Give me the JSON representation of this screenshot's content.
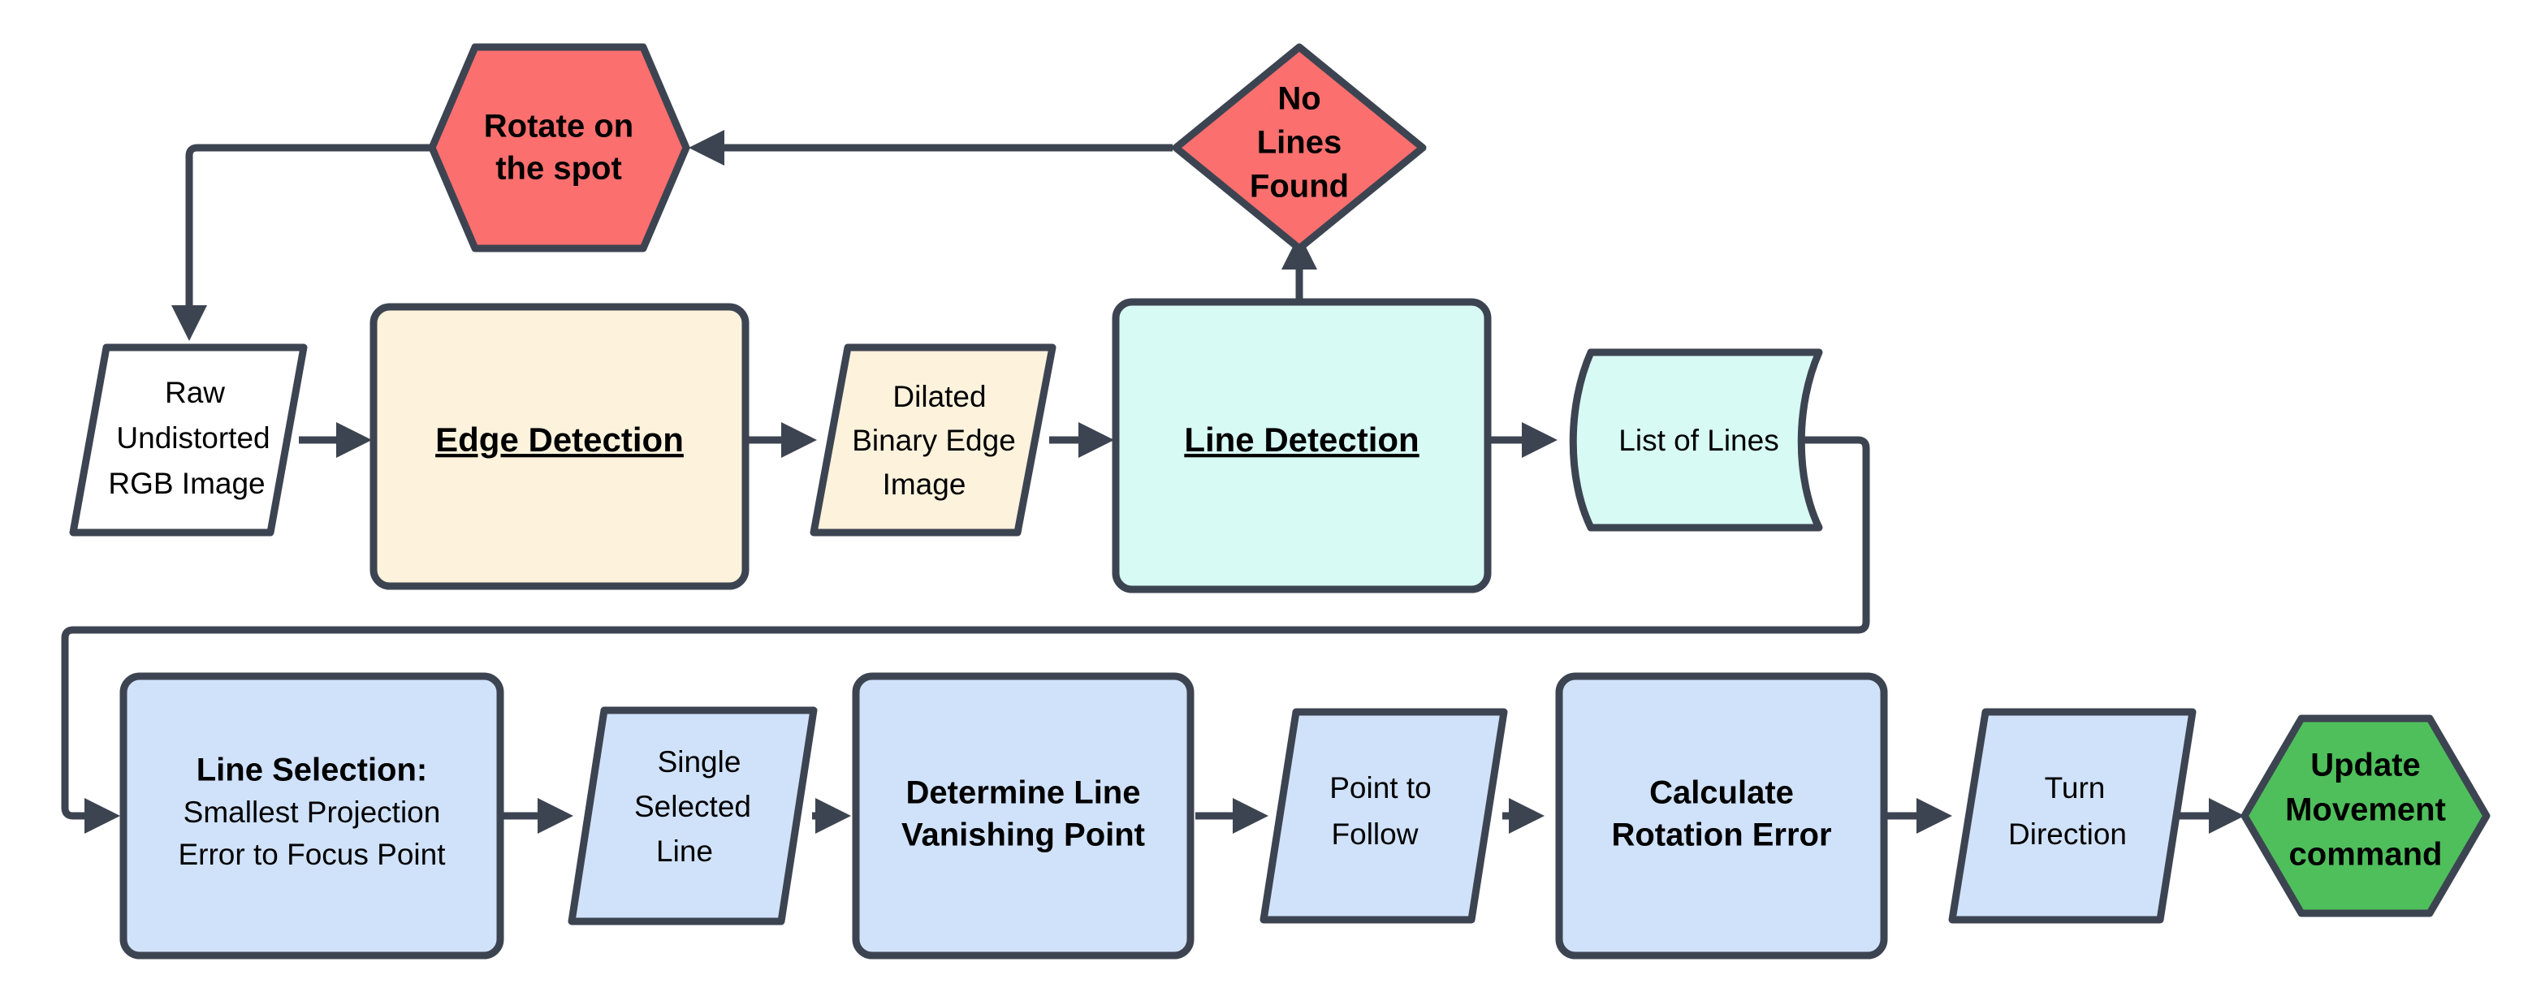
{
  "diagram": {
    "title": "Line Following Vision Pipeline Flowchart",
    "background": "#ffffff",
    "stroke_color": "#3D4451",
    "colors": {
      "cream": "#FDF2DC",
      "teal": "#D7FAF4",
      "blue": "#D0E2FA",
      "red": "#FB6F6F",
      "green": "#4FBF5C",
      "white": "#FFFFFF",
      "outline": "#3D4451",
      "text": "#000000"
    },
    "nodes": [
      {
        "id": "rotate-on-the-spot",
        "shape": "hexagon",
        "fill": "#FB6F6F",
        "style": "bold",
        "lines": [
          "Rotate on",
          "the spot"
        ]
      },
      {
        "id": "no-lines-found",
        "shape": "diamond",
        "fill": "#FB6F6F",
        "style": "bold",
        "lines": [
          "No",
          "Lines",
          "Found"
        ]
      },
      {
        "id": "raw-undistorted-rgb-image",
        "shape": "parallelogram",
        "fill": "#FFFFFF",
        "style": "plain",
        "lines": [
          "Raw",
          "Undistorted",
          "RGB Image"
        ]
      },
      {
        "id": "edge-detection",
        "shape": "rounded-rect",
        "fill": "#FDF2DC",
        "style": "bold-underline",
        "lines": [
          "Edge Detection"
        ]
      },
      {
        "id": "dilated-binary-edge-image",
        "shape": "parallelogram",
        "fill": "#FDF2DC",
        "style": "plain",
        "lines": [
          "Dilated",
          "Binary Edge",
          "Image"
        ]
      },
      {
        "id": "line-detection",
        "shape": "rounded-rect",
        "fill": "#D7FAF4",
        "style": "bold-underline",
        "lines": [
          "Line Detection"
        ]
      },
      {
        "id": "list-of-lines",
        "shape": "document",
        "fill": "#D7FAF4",
        "style": "plain",
        "lines": [
          "List of Lines"
        ]
      },
      {
        "id": "line-selection",
        "shape": "rounded-rect",
        "fill": "#D0E2FA",
        "style": "mixed",
        "lines": [
          "Line Selection:",
          "Smallest Projection",
          "Error to Focus Point"
        ],
        "bold_line_indices": [
          0
        ]
      },
      {
        "id": "single-selected-line",
        "shape": "parallelogram",
        "fill": "#D0E2FA",
        "style": "plain",
        "lines": [
          "Single",
          "Selected",
          "Line"
        ]
      },
      {
        "id": "determine-line-vanishing-point",
        "shape": "rounded-rect",
        "fill": "#D0E2FA",
        "style": "bold",
        "lines": [
          "Determine Line",
          "Vanishing Point"
        ]
      },
      {
        "id": "point-to-follow",
        "shape": "parallelogram",
        "fill": "#D0E2FA",
        "style": "plain",
        "lines": [
          "Point to",
          "Follow"
        ]
      },
      {
        "id": "calculate-rotation-error",
        "shape": "rounded-rect",
        "fill": "#D0E2FA",
        "style": "bold",
        "lines": [
          "Calculate",
          "Rotation Error"
        ]
      },
      {
        "id": "turn-direction",
        "shape": "parallelogram",
        "fill": "#D0E2FA",
        "style": "plain",
        "lines": [
          "Turn",
          "Direction"
        ]
      },
      {
        "id": "update-movement-command",
        "shape": "hexagon",
        "fill": "#4FBF5C",
        "style": "bold",
        "lines": [
          "Update",
          "Movement",
          "command"
        ]
      }
    ],
    "edges": [
      {
        "id": "e-no-lines-to-rotate",
        "from": "no-lines-found",
        "to": "rotate-on-the-spot"
      },
      {
        "id": "e-rotate-to-raw",
        "from": "rotate-on-the-spot",
        "to": "raw-undistorted-rgb-image"
      },
      {
        "id": "e-raw-to-edge",
        "from": "raw-undistorted-rgb-image",
        "to": "edge-detection"
      },
      {
        "id": "e-edge-to-dilated",
        "from": "edge-detection",
        "to": "dilated-binary-edge-image"
      },
      {
        "id": "e-dilated-to-linedet",
        "from": "dilated-binary-edge-image",
        "to": "line-detection"
      },
      {
        "id": "e-linedet-to-nolines",
        "from": "line-detection",
        "to": "no-lines-found"
      },
      {
        "id": "e-linedet-to-list",
        "from": "line-detection",
        "to": "list-of-lines"
      },
      {
        "id": "e-list-to-lineselection",
        "from": "list-of-lines",
        "to": "line-selection"
      },
      {
        "id": "e-lineselection-to-single",
        "from": "line-selection",
        "to": "single-selected-line"
      },
      {
        "id": "e-single-to-vanishing",
        "from": "single-selected-line",
        "to": "determine-line-vanishing-point"
      },
      {
        "id": "e-vanishing-to-point",
        "from": "determine-line-vanishing-point",
        "to": "point-to-follow"
      },
      {
        "id": "e-point-to-calculate",
        "from": "point-to-follow",
        "to": "calculate-rotation-error"
      },
      {
        "id": "e-calculate-to-turn",
        "from": "calculate-rotation-error",
        "to": "turn-direction"
      },
      {
        "id": "e-turn-to-update",
        "from": "turn-direction",
        "to": "update-movement-command"
      }
    ]
  }
}
